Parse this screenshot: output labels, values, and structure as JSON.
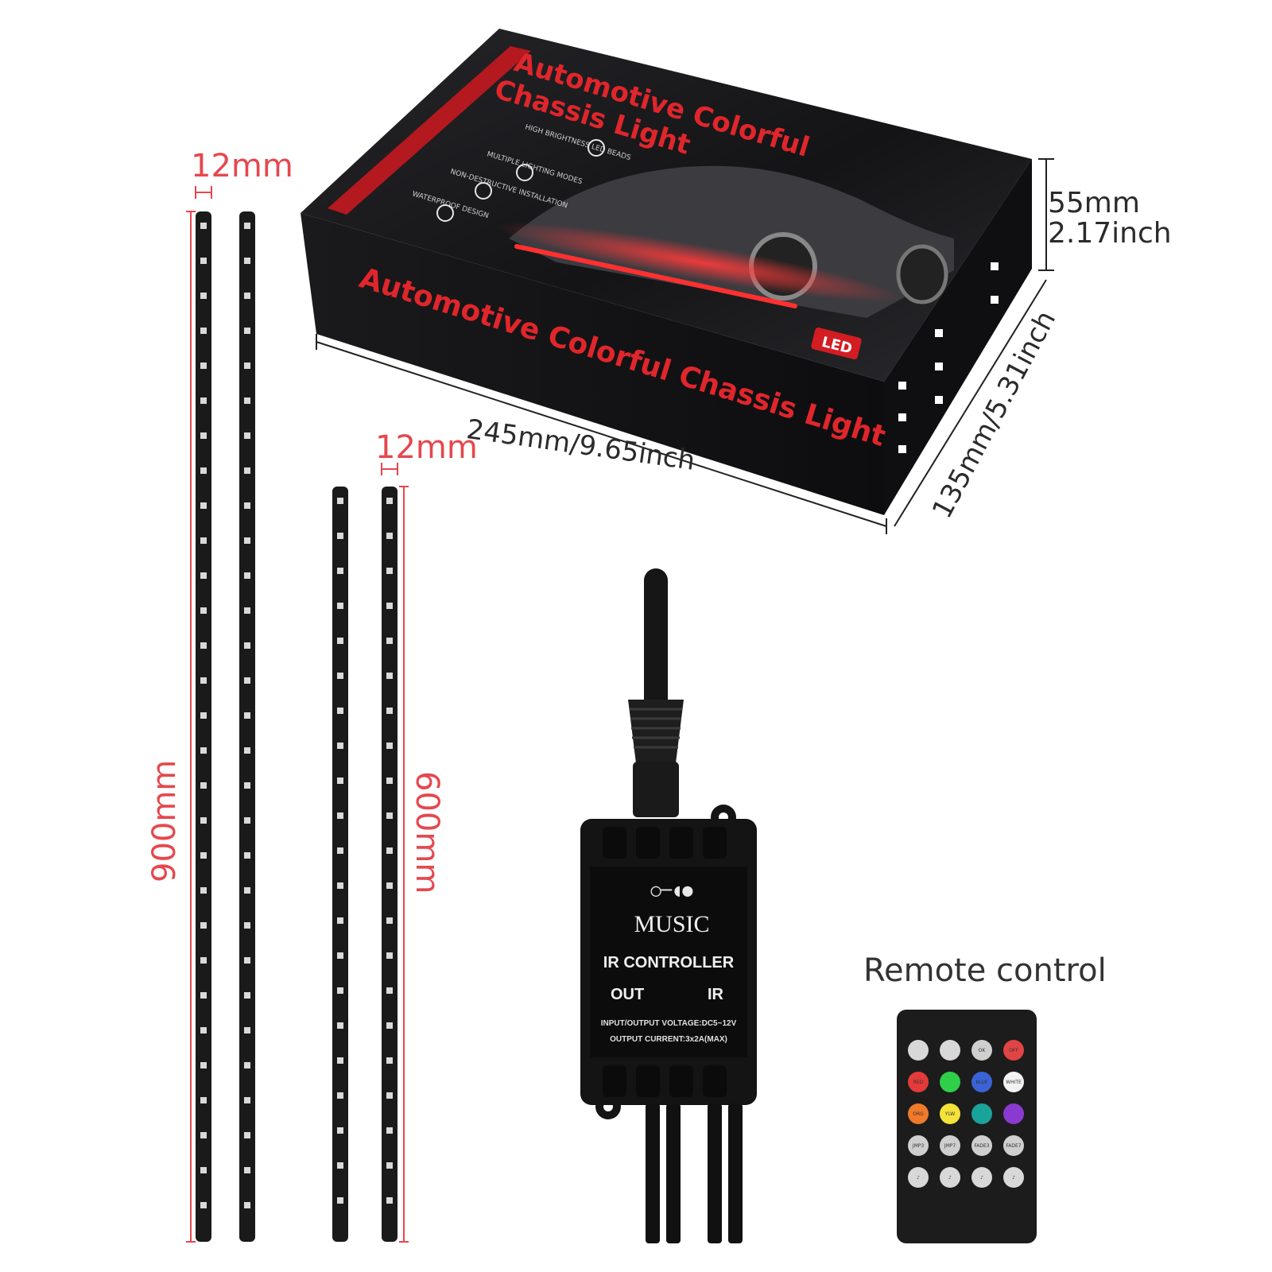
{
  "box": {
    "title_top_line1": "Automotive Colorful",
    "title_top_line2": "Chassis Light",
    "title_front": "Automotive Colorful Chassis Light",
    "badge": "LED",
    "feature_labels": [
      "HIGH BRIGHTNESS LED BEADS",
      "MULTIPLE LIGHTING MODES",
      "NON-DESTRUCTIVE INSTALLATION",
      "WATERPROOF DESIGN"
    ],
    "dim_height_mm": "55mm",
    "dim_height_in": "2.17inch",
    "dim_length": "245mm/9.65inch",
    "dim_width": "135mm/5.31inch"
  },
  "strips": {
    "width_label_long": "12mm",
    "width_label_short": "12mm",
    "length_long": "900mm",
    "length_short": "600mm"
  },
  "controller": {
    "power_symbol": "○─◖●",
    "music_label": "MUSIC",
    "title": "IR CONTROLLER",
    "out_label": "OUT",
    "ir_label": "IR",
    "spec_voltage": "INPUT/OUTPUT VOLTAGE:DC5~12V",
    "spec_current": "OUTPUT CURRENT:3x2A(MAX)"
  },
  "remote": {
    "caption": "Remote control",
    "buttons": [
      {
        "label": "",
        "color": "#d8d8d8"
      },
      {
        "label": "",
        "color": "#d8d8d8"
      },
      {
        "label": "OK",
        "color": "#cfcfcf"
      },
      {
        "label": "OFF",
        "color": "#e04444"
      },
      {
        "label": "RED",
        "color": "#e53a3a"
      },
      {
        "label": "",
        "color": "#2fcf4a"
      },
      {
        "label": "BLUE",
        "color": "#3a63d8"
      },
      {
        "label": "WHITE",
        "color": "#f2f2f2"
      },
      {
        "label": "ORG",
        "color": "#f07a2a"
      },
      {
        "label": "YLW",
        "color": "#f2e23a"
      },
      {
        "label": "",
        "color": "#1aa39a"
      },
      {
        "label": "",
        "color": "#8a3ad0"
      },
      {
        "label": "JMP3",
        "color": "#cfcfcf"
      },
      {
        "label": "JMP7",
        "color": "#cfcfcf"
      },
      {
        "label": "FADE3",
        "color": "#cfcfcf"
      },
      {
        "label": "FADE7",
        "color": "#cfcfcf"
      },
      {
        "label": "♪",
        "color": "#d8d8d8"
      },
      {
        "label": "♪",
        "color": "#d8d8d8"
      },
      {
        "label": "♪",
        "color": "#d8d8d8"
      },
      {
        "label": "♪",
        "color": "#d8d8d8"
      }
    ]
  },
  "colors": {
    "accent_red": "#e5484d",
    "box_black": "#121214",
    "box_red": "#d9262b"
  }
}
